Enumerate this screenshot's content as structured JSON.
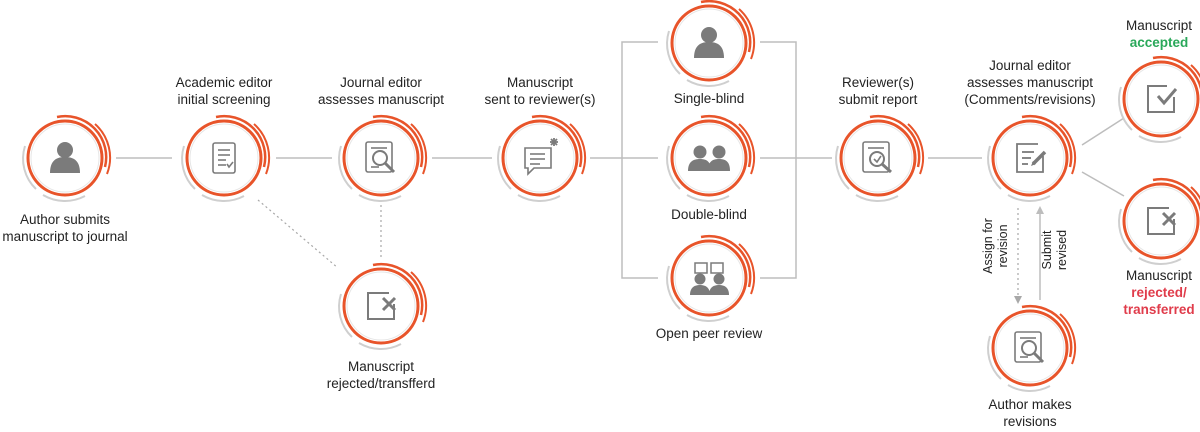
{
  "colors": {
    "accent": "#e8542a",
    "ring_gray": "#cfcfcf",
    "icon_gray": "#7b7b7b",
    "line": "#bdbdbd",
    "accepted": "#2aa85a",
    "rejected": "#e03c4b"
  },
  "nodes": {
    "author_submits": {
      "icon": "person-icon",
      "label": [
        "Author submits",
        "manuscript to journal"
      ]
    },
    "academic_editor": {
      "icon": "checklist-document-icon",
      "label": [
        "Academic editor",
        "initial screening"
      ]
    },
    "journal_editor_1": {
      "icon": "magnifier-document-icon",
      "label": [
        "Journal editor",
        "assesses manuscript"
      ]
    },
    "rejected_1": {
      "icon": "rejected-box-icon",
      "label": [
        "Manuscript",
        "rejected/transfferd"
      ]
    },
    "sent_to_reviewers": {
      "icon": "speech-bubble-icon",
      "label": [
        "Manuscript",
        "sent to reviewer(s)"
      ]
    },
    "single_blind": {
      "icon": "person-icon",
      "label": [
        "Single-blind"
      ]
    },
    "double_blind": {
      "icon": "two-people-icon",
      "label": [
        "Double-blind"
      ]
    },
    "open_peer_review": {
      "icon": "open-review-icon",
      "label": [
        "Open peer review"
      ]
    },
    "reviewers_report": {
      "icon": "report-check-icon",
      "label": [
        "Reviewer(s)",
        "submit report"
      ]
    },
    "journal_editor_2": {
      "icon": "edit-document-icon",
      "label": [
        "Journal editor",
        "assesses manuscript",
        "(Comments/revisions)"
      ]
    },
    "accepted": {
      "icon": "accepted-box-icon",
      "label": [
        "Manuscript"
      ],
      "status": "accepted"
    },
    "rejected_2": {
      "icon": "rejected-box-icon",
      "label": [
        "Manuscript"
      ],
      "status": [
        "rejected/",
        "transferred"
      ]
    },
    "author_revisions": {
      "icon": "magnifier-document-icon",
      "label": [
        "Author makes",
        "revisions"
      ]
    }
  },
  "edges": {
    "assign_for_revision": [
      "Assign for",
      "revision"
    ],
    "submit_revised": [
      "Submit",
      "revised"
    ]
  }
}
